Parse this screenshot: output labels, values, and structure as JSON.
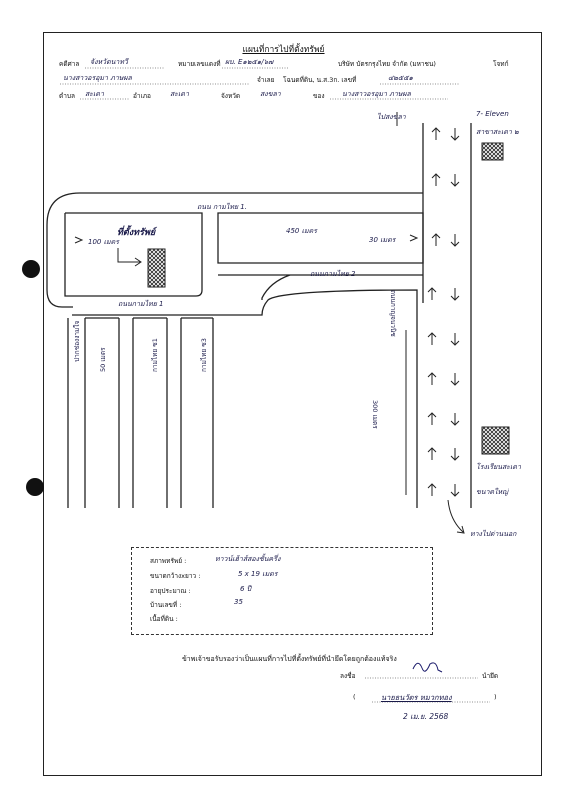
{
  "form": {
    "title": "แผนที่การไปที่ตั้งทรัพย์",
    "court_label": "คดีศาล",
    "court_value": "จังหวัดนาทวี",
    "black_no_label": "หมายเลขแดงที่",
    "black_no_value": "ผบ. E๑๒๕๑/๖๗",
    "company": "บริษัท บัตรกรุงไทย จำกัด (มหาชน)",
    "plaintiff_label": "โจทก์",
    "defendant_value": "นางสาวอรอุมา   ภาษผล",
    "defendant_label": "จำเลย",
    "deed_label": "โฉนดที่ดิน, น.ส.3ก. เลขที่",
    "deed_value": "๔๒๕๕๑",
    "subdistrict_label": "ตำบล",
    "subdistrict_value": "สะเดา",
    "district_label": "อำเภอ",
    "district_value": "สะเดา",
    "province_label": "จังหวัด",
    "province_value": "สงขลา",
    "owner_label": "ของ",
    "owner_value": "นางสาวอรอุมา   ภาษผล"
  },
  "map": {
    "to_songkhla": "ไปสงขลา",
    "seven_eleven": "7- Eleven",
    "seven_branch": "สาขาสะเดา ๒",
    "road_1": "ถนน  กามไทย   1.",
    "road_1b": "ถนนกามไทย  1",
    "road_2": "ถนนกามไทย  2",
    "dist_450": "450  เมตร",
    "dist_30": "30  เมตร",
    "dist_100": "100 เมตร",
    "target": "ที่ตั้งทรัพย์",
    "main_road": "ถนนกาญจนวนิช",
    "dist_300": "300  เมตร",
    "dist_50": "50  เมตร",
    "soi_kam_1": "กามไทย  ซ1",
    "soi_kam_3": "กามไทย  ซ3",
    "soi_ban": "ปากช่องงามใจ",
    "school": "โรงเรียนสะเดา",
    "school_2": "ขนาดใหญ่",
    "to_border": "ทางไปด่านนอก"
  },
  "info": {
    "type_label": "สภาพทรัพย์ :",
    "type_value": "ทาวน์เฮ้าส์สองชั้นครึ่ง",
    "size_label": "ขนาดกว้างxยาว :",
    "size_value": "5 x 19  เมตร",
    "age_label": "อายุประมาณ :",
    "age_value": "6   ปี",
    "house_no_label": "บ้านเลขที่ :",
    "house_no_value": "35",
    "area_label": "เนื้อที่ดิน :"
  },
  "certify": {
    "text": "ข้าพเจ้าขอรับรองว่าเป็นแผนที่การไปที่ตั้งทรัพย์ที่นำยึดโดยถูกต้องแท้จริง",
    "sign_label": "ลงชื่อ",
    "role": "นำยึด",
    "name": "นายธนวัตร  หมวกทอง",
    "date": "2 เม.ย. 2568"
  }
}
